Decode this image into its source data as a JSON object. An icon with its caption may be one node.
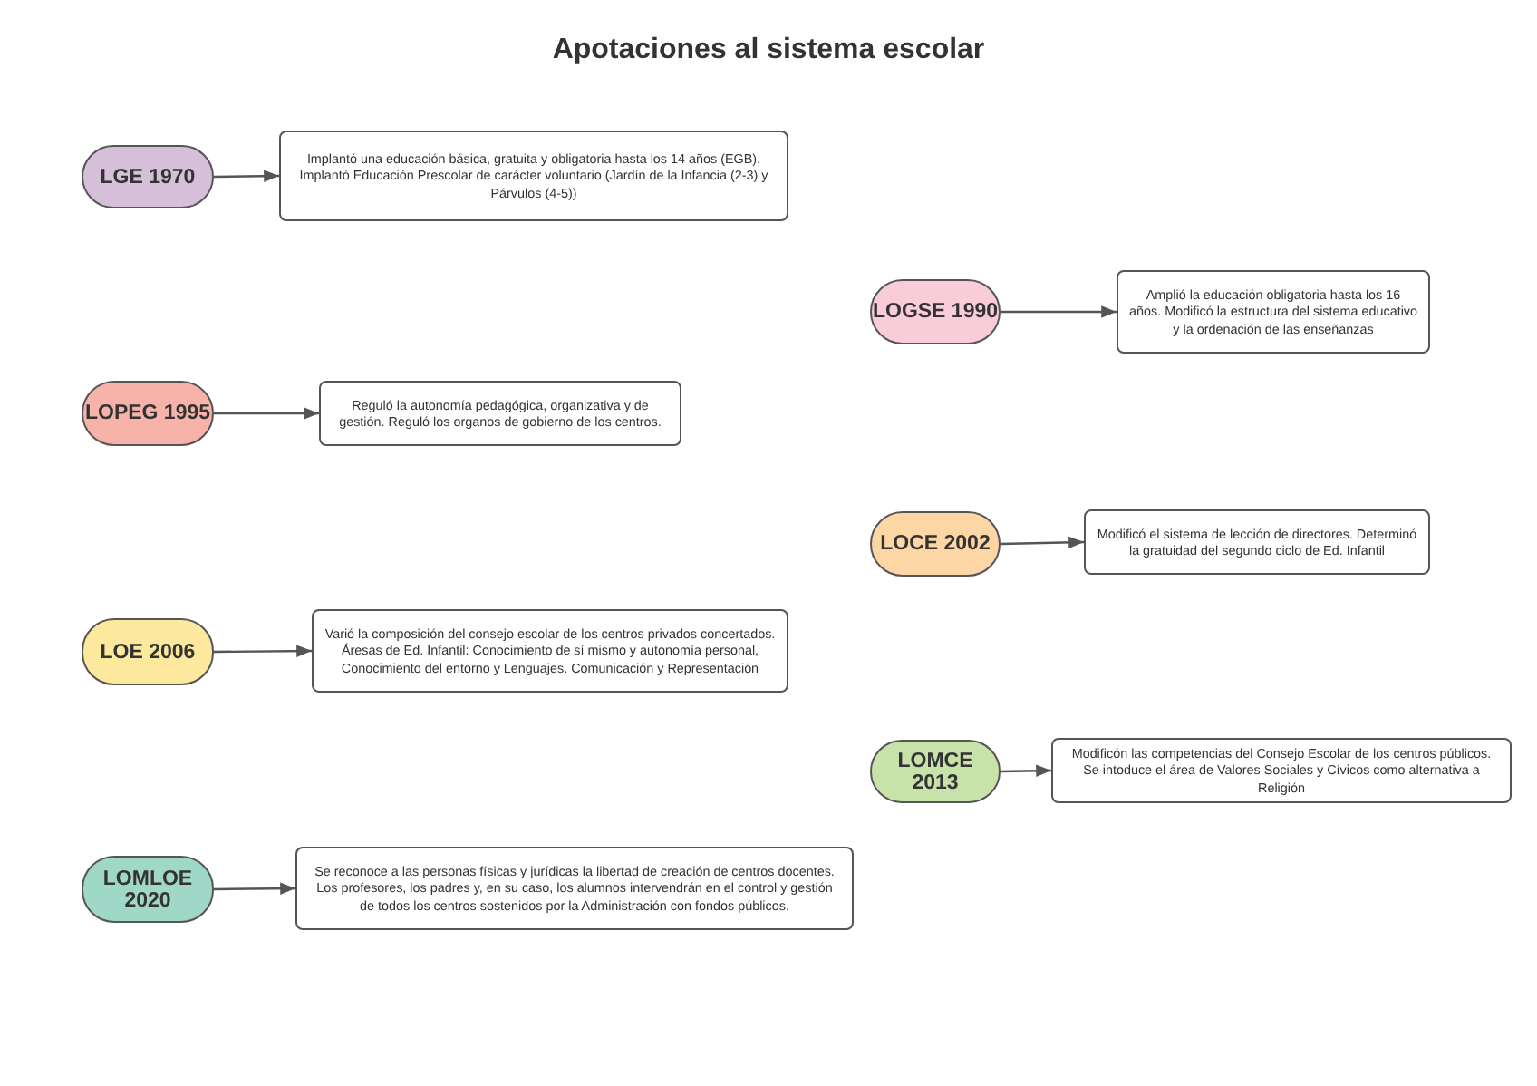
{
  "diagram": {
    "title": "Apotaciones al sistema escolar",
    "nodes": [
      {
        "text": [
          "LGE 1970"
        ]
      },
      {
        "text": [
          "Implantó una educación básica, gratuita y obligatoria hasta los 14 años (EGB). Implantó Educación Prescolar de carácter voluntario (Jardín de la Infancia (2-3) y Párvulos (4-5))"
        ]
      },
      {
        "text": [
          "LOGSE 1990"
        ]
      },
      {
        "text": [
          "Amplió la educación obligatoria hasta los 16 años. Modificó la estructura del sistema educativo y la ordenación de las enseñanzas"
        ]
      },
      {
        "text": [
          "LOPEG 1995"
        ]
      },
      {
        "text": [
          "Reguló la autonomía pedagógica, organizativa y de gestión. Reguló los organos de gobierno de los centros."
        ]
      },
      {
        "text": [
          "LOCE 2002"
        ]
      },
      {
        "text": [
          "Modificó el sistema de lección de directores. Determinó la gratuidad del segundo ciclo de Ed. Infantil"
        ]
      },
      {
        "text": [
          "LOE 2006"
        ]
      },
      {
        "text": [
          "Varió la composición del consejo escolar  de los centros privados concertados. Áresas de Ed. Infantil: Conocimiento de sí mismo y autonomía personal, Conocimiento del entorno y Lenguajes. Comunicación y Representación"
        ]
      },
      {
        "text": [
          "LOMCE 2013"
        ]
      },
      {
        "text": [
          "Modificón las competencias del Consejo Escolar de los centros públicos. Se intoduce el área de Valores Sociales y Cívicos como alternativa a Religión"
        ]
      },
      {
        "text": [
          "LOMLOE 2020"
        ]
      },
      {
        "text": [
          "Se reconoce a las personas físicas y jurídicas la libertad de creación de centros docentes. Los profesores, los padres y, en su caso, los alumnos intervendrán en el control y gestión de todos los centros sostenidos por la Administración con fondos públicos."
        ]
      }
    ],
    "edges": [
      {
        "from": 0,
        "to": 1,
        "arrow": "to"
      },
      {
        "from": 2,
        "to": 3,
        "arrow": "to"
      },
      {
        "from": 4,
        "to": 5,
        "arrow": "to"
      },
      {
        "from": 6,
        "to": 7,
        "arrow": "to"
      },
      {
        "from": 8,
        "to": 9,
        "arrow": "to"
      },
      {
        "from": 10,
        "to": 11,
        "arrow": "to"
      },
      {
        "from": 12,
        "to": 13,
        "arrow": "to"
      }
    ]
  }
}
